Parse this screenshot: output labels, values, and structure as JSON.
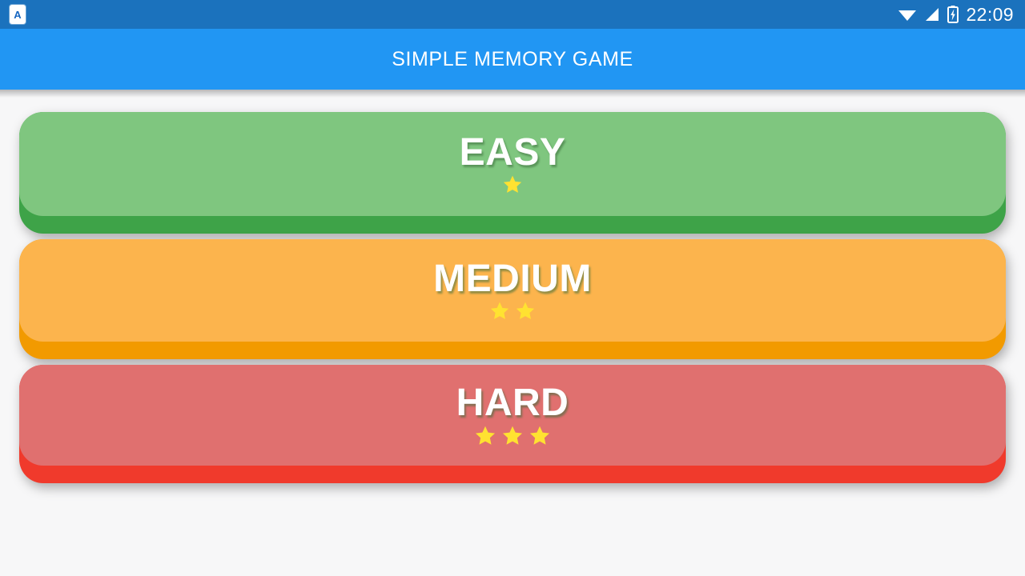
{
  "status_bar": {
    "app_icon_letter": "A",
    "icons": [
      "wifi-icon",
      "cell-signal-icon",
      "battery-charging-icon"
    ],
    "clock": "22:09",
    "background_color": "#1B72BD"
  },
  "app_bar": {
    "title": "SIMPLE MEMORY GAME",
    "background_color": "#2196F3",
    "title_color": "#FFFFFF"
  },
  "page": {
    "background_color": "#F7F7F8",
    "star_color": "#FFE231"
  },
  "levels": [
    {
      "label": "EASY",
      "stars": 1,
      "face_color": "#7FC67F",
      "edge_color": "#3EA348"
    },
    {
      "label": "MEDIUM",
      "stars": 2,
      "face_color": "#FCB44D",
      "edge_color": "#F29A00"
    },
    {
      "label": "HARD",
      "stars": 3,
      "face_color": "#E0706F",
      "edge_color": "#F03A2C"
    }
  ]
}
